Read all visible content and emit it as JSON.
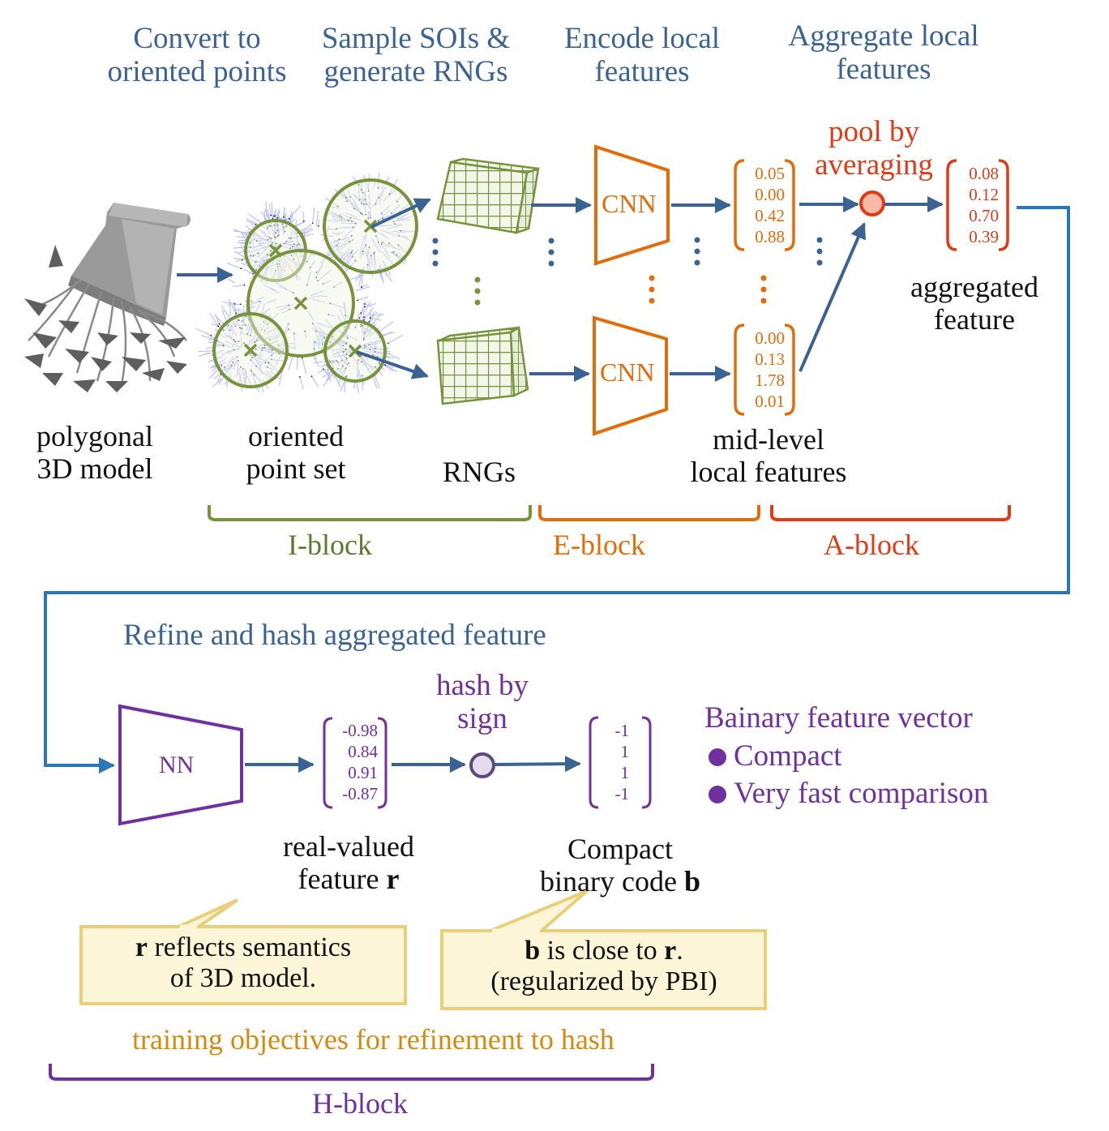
{
  "colors": {
    "step_title": "#3a6394",
    "arrow": "#3a6394",
    "loop_line": "#2e75b6",
    "i_block": "#77933c",
    "e_block": "#e36c0a",
    "a_block": "#e03a16",
    "h_block": "#7030a0",
    "callout_fill": "#fdf5d8",
    "callout_border": "#e8cf7a",
    "training_text": "#d48a10"
  },
  "steps": {
    "convert": [
      "Convert to",
      "oriented points"
    ],
    "sample": [
      "Sample SOIs &",
      "generate RNGs"
    ],
    "encode": [
      "Encode local",
      "features"
    ],
    "aggregate": [
      "Aggregate local",
      "features"
    ],
    "refine": "Refine and hash aggregated feature"
  },
  "labels": {
    "polygonal_model": [
      "polygonal",
      "3D model"
    ],
    "oriented_point_set": [
      "oriented",
      "point set"
    ],
    "rngs": "RNGs",
    "mid_level": [
      "mid-level",
      "local features"
    ],
    "aggregated_feature": [
      "aggregated",
      "feature"
    ],
    "real_valued": [
      "real-valued",
      "feature ",
      "r"
    ],
    "binary_code": [
      "Compact",
      "binary code ",
      "b"
    ]
  },
  "nodes": {
    "cnn_top": "CNN",
    "cnn_bottom": "CNN",
    "nn": "NN",
    "pool": [
      "pool by",
      "averaging"
    ],
    "hash": [
      "hash by",
      "sign"
    ]
  },
  "vectors": {
    "local_feature_top": [
      "0.05",
      "0.00",
      "0.42",
      "0.88"
    ],
    "local_feature_bottom": [
      "0.00",
      "0.13",
      "1.78",
      "0.01"
    ],
    "aggregated": [
      "0.08",
      "0.12",
      "0.70",
      "0.39"
    ],
    "real_valued": [
      "-0.98",
      "0.84",
      "0.91",
      "-0.87"
    ],
    "binary": [
      "-1",
      "1",
      "1",
      "-1"
    ]
  },
  "blocks": {
    "i_block": "I-block",
    "e_block": "E-block",
    "a_block": "A-block",
    "h_block": "H-block"
  },
  "binary_info": {
    "title": "Bainary feature vector",
    "bullets": [
      "Compact",
      "Very fast comparison"
    ]
  },
  "callouts": {
    "r": {
      "bold": "r",
      "rest1": " reflects semantics",
      "line2": "of 3D model."
    },
    "b": {
      "bold1": "b",
      "mid": " is close to ",
      "bold2": "r",
      "end": ".",
      "line2": "(regularized by PBI)"
    }
  },
  "training_objectives": "training objectives for refinement to hash"
}
